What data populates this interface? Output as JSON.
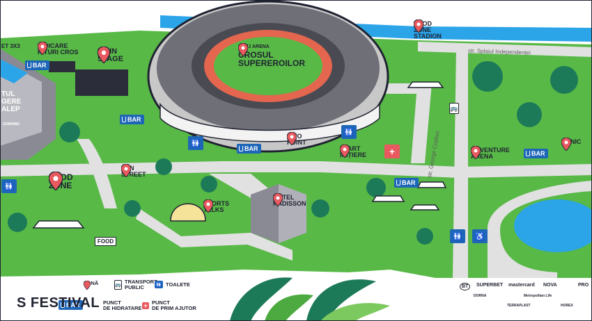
{
  "zones": {
    "cluj_arena": "CLUJ ARENA",
    "crosul": "CROSUL\nSUPEREROILOR",
    "food_zone_stadion": "FOOD\nZONE\nSTADION",
    "ridicare_kituri": "RIDICARE\nKITURI CROS",
    "main_stage": "MAIN\nSTAGE",
    "food_zone": "FOOD\nZONE",
    "fun_street": "FUN\nSTREET",
    "sports_talks": "SPORTS\nTALKS",
    "hotel_radisson": "HOTEL\nRADISSON",
    "info_point": "INFO\nPOINT",
    "start_initiere": "START\nINIȚIERE",
    "adventure_arena": "ADVENTURE\nARENA",
    "canic": "CANIC"
  },
  "cut_labels": {
    "bet3x3": "ET 3X3",
    "stadium_left": "TUL\nGERE\nALEP",
    "stadium_small": "GOMANEI"
  },
  "streets": {
    "splaiul": "str. Splaiul Independenței",
    "george_cosbuc": "str. George Coșbuc"
  },
  "bar_label": "BAR",
  "food_sign": "FOOD",
  "legend": {
    "zona": "ZONĂ",
    "transport": "TRANSPORT\nPUBLIC",
    "toalete": "TOALETE",
    "hidratare": "PUNCT\nDE HIDRATARE",
    "prim_ajutor": "PUNCT\nDE PRIM AJUTOR"
  },
  "festival_title": "S FESTIVAL",
  "sponsors_row1": [
    "BT",
    "SUPERBET",
    "mastercard",
    "NOVA",
    "PRO"
  ],
  "sponsors_row2": [
    "DORNA",
    "Metropolitan Life",
    "TERRAPLAST",
    "HOREX"
  ],
  "colors": {
    "grass": "#58b947",
    "path": "#e1e1e1",
    "water": "#2ba4e8",
    "track": "#e4664f",
    "accent": "#1e66b8",
    "pin": "#e85a5f"
  }
}
